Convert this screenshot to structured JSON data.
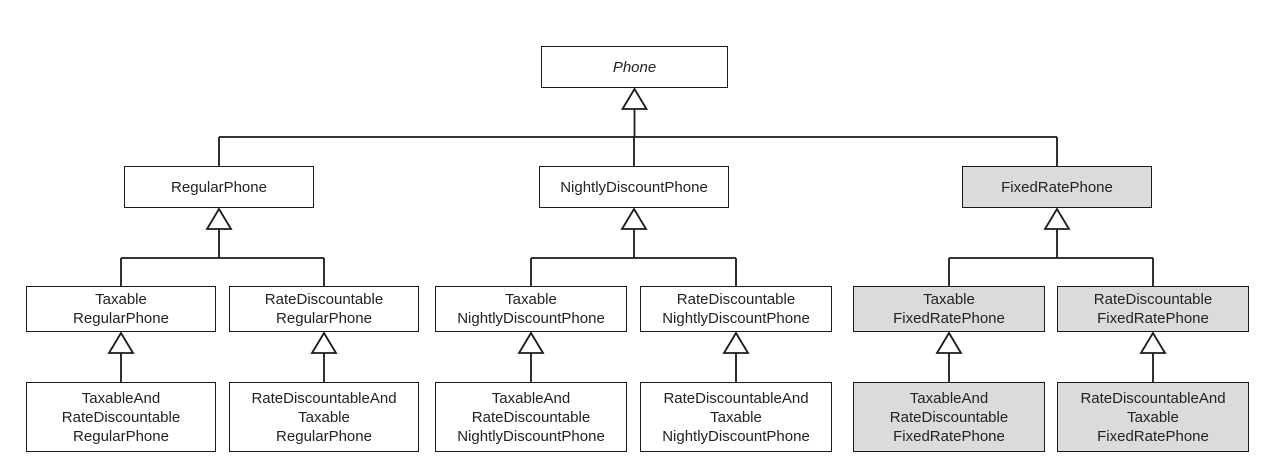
{
  "colors": {
    "shaded_fill": "#dcdadd",
    "stroke": "#1a1a1a",
    "text": "#222222"
  },
  "nodes": {
    "phone": {
      "lines": [
        "Phone"
      ]
    },
    "regular": {
      "lines": [
        "RegularPhone"
      ]
    },
    "nightly": {
      "lines": [
        "NightlyDiscountPhone"
      ]
    },
    "fixed": {
      "lines": [
        "FixedRatePhone"
      ]
    },
    "taxable_regular": {
      "lines": [
        "Taxable",
        "RegularPhone"
      ]
    },
    "ratedisc_regular": {
      "lines": [
        "RateDiscountable",
        "RegularPhone"
      ]
    },
    "taxable_nightly": {
      "lines": [
        "Taxable",
        "NightlyDiscountPhone"
      ]
    },
    "ratedisc_nightly": {
      "lines": [
        "RateDiscountable",
        "NightlyDiscountPhone"
      ]
    },
    "taxable_fixed": {
      "lines": [
        "Taxable",
        "FixedRatePhone"
      ]
    },
    "ratedisc_fixed": {
      "lines": [
        "RateDiscountable",
        "FixedRatePhone"
      ]
    },
    "taxable_ratedisc_regular": {
      "lines": [
        "TaxableAnd",
        "RateDiscountable",
        "RegularPhone"
      ]
    },
    "ratedisc_taxable_regular": {
      "lines": [
        "RateDiscountableAnd",
        "Taxable",
        "RegularPhone"
      ]
    },
    "taxable_ratedisc_nightly": {
      "lines": [
        "TaxableAnd",
        "RateDiscountable",
        "NightlyDiscountPhone"
      ]
    },
    "ratedisc_taxable_nightly": {
      "lines": [
        "RateDiscountableAnd",
        "Taxable",
        "NightlyDiscountPhone"
      ]
    },
    "taxable_ratedisc_fixed": {
      "lines": [
        "TaxableAnd",
        "RateDiscountable",
        "FixedRatePhone"
      ]
    },
    "ratedisc_taxable_fixed": {
      "lines": [
        "RateDiscountableAnd",
        "Taxable",
        "FixedRatePhone"
      ]
    }
  }
}
